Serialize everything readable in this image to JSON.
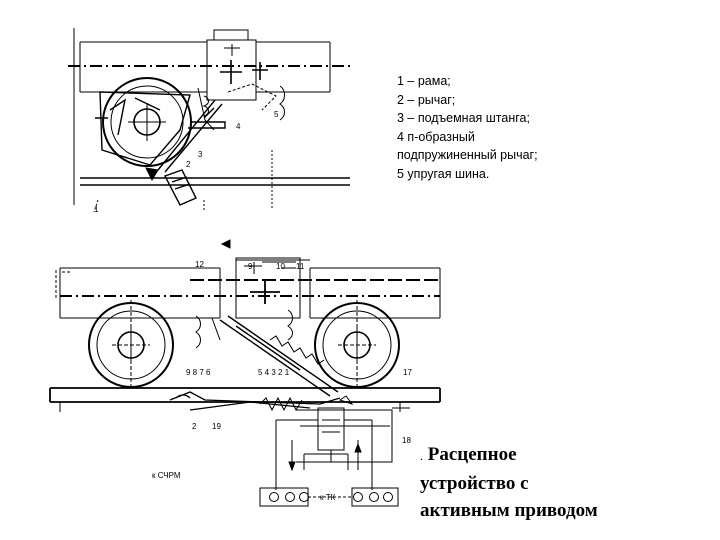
{
  "legend": [
    "1 – рама;",
    "2 – рычаг;",
    "3 – подъемная штанга;",
    "4    п-образный",
    "подпружиненный рычаг;",
    "5    упругая шина."
  ],
  "caption": {
    "prefix": ".",
    "lines": [
      "Расцепное",
      "устройство с",
      "активным приводом"
    ]
  },
  "upper_labels": {
    "l1": "1",
    "l2": "2",
    "l3": "3",
    "l4": "4",
    "l5": "5"
  },
  "lower_labels": {
    "l12": "12",
    "l9": "9",
    "l10": "10",
    "l11": "11",
    "l9876": "9 8 7 6",
    "l54321": "5 4 3 2 1",
    "l17": "17",
    "l2": "2",
    "l19": "19",
    "l18": "18",
    "lbottom_left": "к СЧРМ",
    "lbottom_mid": "к ТК"
  }
}
